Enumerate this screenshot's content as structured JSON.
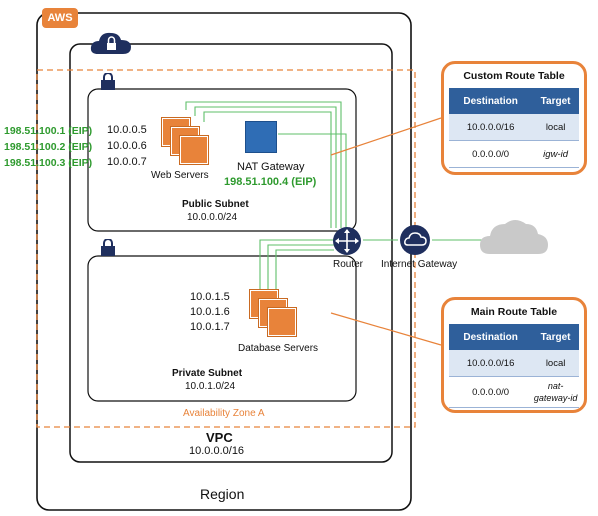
{
  "aws_badge": "AWS",
  "region_label": "Region",
  "vpc": {
    "label": "VPC",
    "cidr": "10.0.0.0/16"
  },
  "availability_zone": "Availability Zone A",
  "public_subnet": {
    "label": "Public Subnet",
    "cidr": "10.0.0.0/24",
    "web_servers_label": "Web Servers",
    "servers": [
      {
        "eip": "198.51.100.1 (EIP)",
        "private_ip": "10.0.0.5"
      },
      {
        "eip": "198.51.100.2 (EIP)",
        "private_ip": "10.0.0.6"
      },
      {
        "eip": "198.51.100.3 (EIP)",
        "private_ip": "10.0.0.7"
      }
    ],
    "nat_gateway_label": "NAT Gateway",
    "nat_gateway_eip": "198.51.100.4 (EIP)"
  },
  "private_subnet": {
    "label": "Private  Subnet",
    "cidr": "10.0.1.0/24",
    "db_servers_label": "Database Servers",
    "ips": [
      "10.0.1.5",
      "10.0.1.6",
      "10.0.1.7"
    ]
  },
  "router_label": "Router",
  "internet_gateway_label": "Internet Gateway",
  "custom_route_table": {
    "title": "Custom Route Table",
    "headers": [
      "Destination",
      "Target"
    ],
    "rows": [
      {
        "destination": "10.0.0.0/16",
        "target": "local"
      },
      {
        "destination": "0.0.0.0/0",
        "target": "igw-id"
      }
    ]
  },
  "main_route_table": {
    "title": "Main Route Table",
    "headers": [
      "Destination",
      "Target"
    ],
    "rows": [
      {
        "destination": "10.0.0.0/16",
        "target": "local"
      },
      {
        "destination": "0.0.0.0/0",
        "target": "nat-gateway-id"
      }
    ]
  },
  "colors": {
    "accent_orange": "#e8833a",
    "navy": "#1f2f5e",
    "nat_blue": "#2f6db5",
    "eip_green": "#2e9a2e",
    "line_green": "#5fbf6a",
    "table_header": "#2f5f9b",
    "cloud_gray": "#c9c9c9"
  }
}
